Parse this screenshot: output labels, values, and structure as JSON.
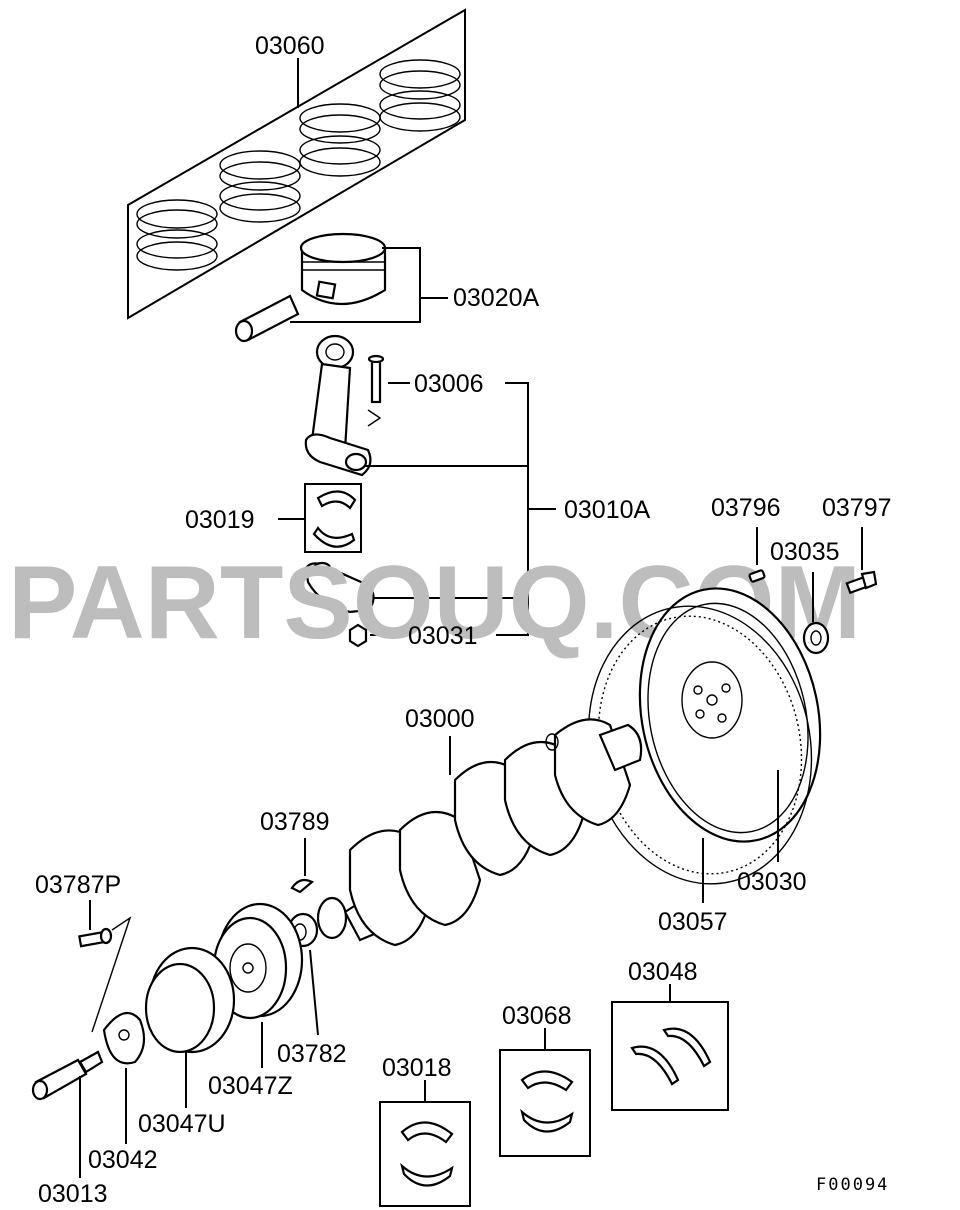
{
  "watermark": "PARTSOUQ.COM",
  "figure_code": "F00094",
  "labels": {
    "l03060": "03060",
    "l03020A": "03020A",
    "l03006": "03006",
    "l03010A": "03010A",
    "l03019": "03019",
    "l03031": "03031",
    "l03796": "03796",
    "l03797": "03797",
    "l03035": "03035",
    "l03000": "03000",
    "l03789": "03789",
    "l03787P": "03787P",
    "l03030": "03030",
    "l03057": "03057",
    "l03048": "03048",
    "l03068": "03068",
    "l03018": "03018",
    "l03782": "03782",
    "l03047Z": "03047Z",
    "l03047U": "03047U",
    "l03042": "03042",
    "l03013": "03013"
  }
}
